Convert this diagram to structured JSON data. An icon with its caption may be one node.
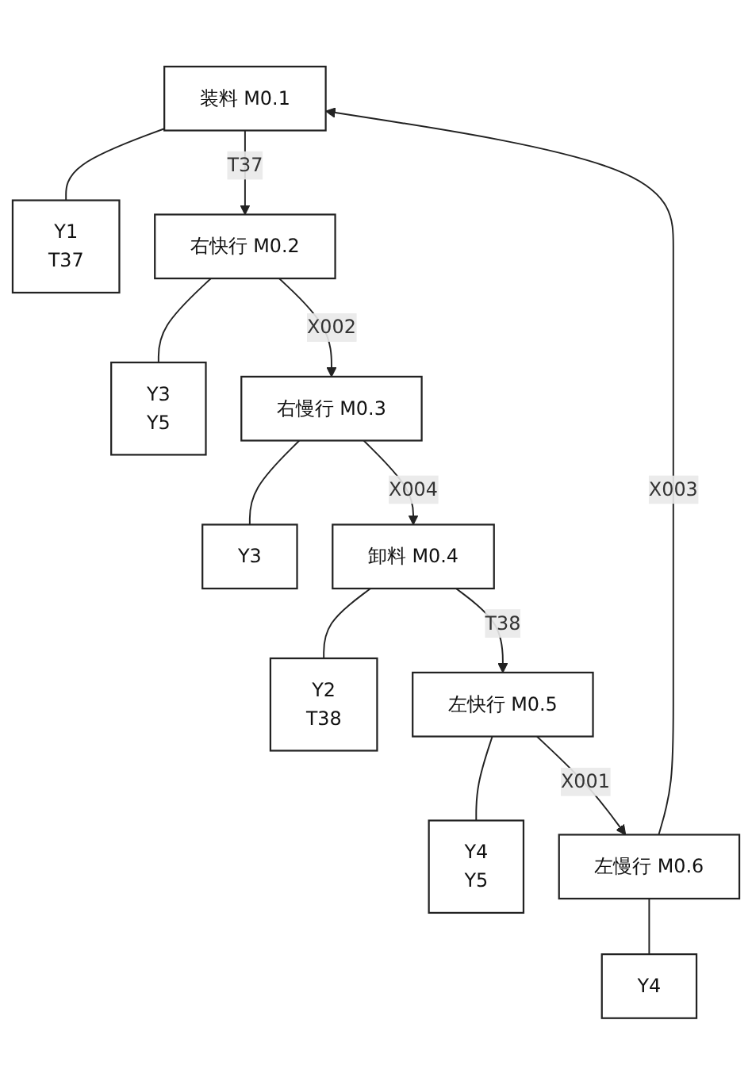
{
  "diagram": {
    "nodes": [
      {
        "text": [
          "装料 M0.1"
        ]
      },
      {
        "text": [
          "Y1",
          "T37"
        ]
      },
      {
        "text": [
          "右快行 M0.2"
        ]
      },
      {
        "text": [
          "Y3",
          "Y5"
        ]
      },
      {
        "text": [
          "右慢行 M0.3"
        ]
      },
      {
        "text": [
          "Y3"
        ]
      },
      {
        "text": [
          "卸料 M0.4"
        ]
      },
      {
        "text": [
          "Y2",
          "T38"
        ]
      },
      {
        "text": [
          "左快行 M0.5"
        ]
      },
      {
        "text": [
          "Y4",
          "Y5"
        ]
      },
      {
        "text": [
          "左慢行 M0.6"
        ]
      },
      {
        "text": [
          "Y4"
        ]
      }
    ],
    "edges": [
      {
        "from": 0,
        "to": 1,
        "arrow": "none"
      },
      {
        "from": 0,
        "to": 2,
        "arrow": "to",
        "label": "T37"
      },
      {
        "from": 2,
        "to": 3,
        "arrow": "none"
      },
      {
        "from": 2,
        "to": 4,
        "arrow": "to",
        "label": "X002"
      },
      {
        "from": 4,
        "to": 5,
        "arrow": "none"
      },
      {
        "from": 4,
        "to": 6,
        "arrow": "to",
        "label": "X004"
      },
      {
        "from": 6,
        "to": 7,
        "arrow": "none"
      },
      {
        "from": 6,
        "to": 8,
        "arrow": "to",
        "label": "T38"
      },
      {
        "from": 8,
        "to": 9,
        "arrow": "none"
      },
      {
        "from": 8,
        "to": 10,
        "arrow": "to",
        "label": "X001"
      },
      {
        "from": 10,
        "to": 11,
        "arrow": "none"
      },
      {
        "from": 10,
        "to": 0,
        "arrow": "to",
        "label": "X003"
      }
    ]
  }
}
